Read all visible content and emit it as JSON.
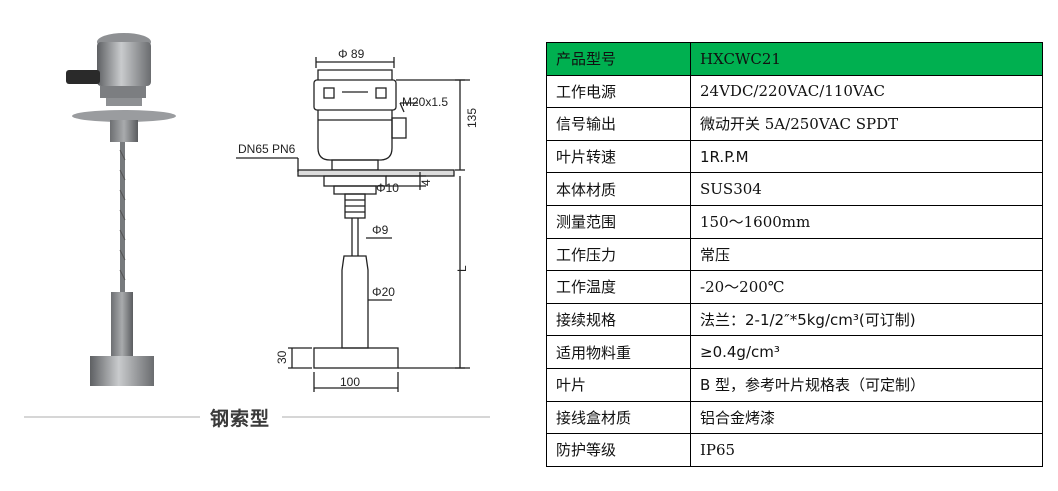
{
  "figure": {
    "caption": "钢索型",
    "dims": {
      "d89": "Φ 89",
      "m20": "M20x1.5",
      "h135": "135",
      "dn65": "DN65 PN6",
      "d10": "Φ10",
      "four": "4",
      "d9": "Φ9",
      "L": "L",
      "d20": "Φ20",
      "h30": "30",
      "w100": "100"
    }
  },
  "spec": {
    "rows": [
      {
        "label": "产品型号",
        "value": "HXCWC21"
      },
      {
        "label": "工作电源",
        "value": "24VDC/220VAC/110VAC"
      },
      {
        "label": "信号输出",
        "value": "微动开关 5A/250VAC SPDT"
      },
      {
        "label": "叶片转速",
        "value": "1R.P.M"
      },
      {
        "label": "本体材质",
        "value": "SUS304"
      },
      {
        "label": "测量范围",
        "value": "150～1600mm"
      },
      {
        "label": "工作压力",
        "value": "常压"
      },
      {
        "label": "工作温度",
        "value": "-20～200℃"
      },
      {
        "label": "接续规格",
        "value": "法兰：2-1/2″*5kg/cm³(可订制)"
      },
      {
        "label": "适用物料重",
        "value": "≥0.4g/cm³"
      },
      {
        "label": "叶片",
        "value": "B 型，参考叶片规格表（可定制）"
      },
      {
        "label": "接线盒材质",
        "value": "铝合金烤漆"
      },
      {
        "label": "防护等级",
        "value": "IP65"
      }
    ],
    "header_color": "#00b050"
  }
}
